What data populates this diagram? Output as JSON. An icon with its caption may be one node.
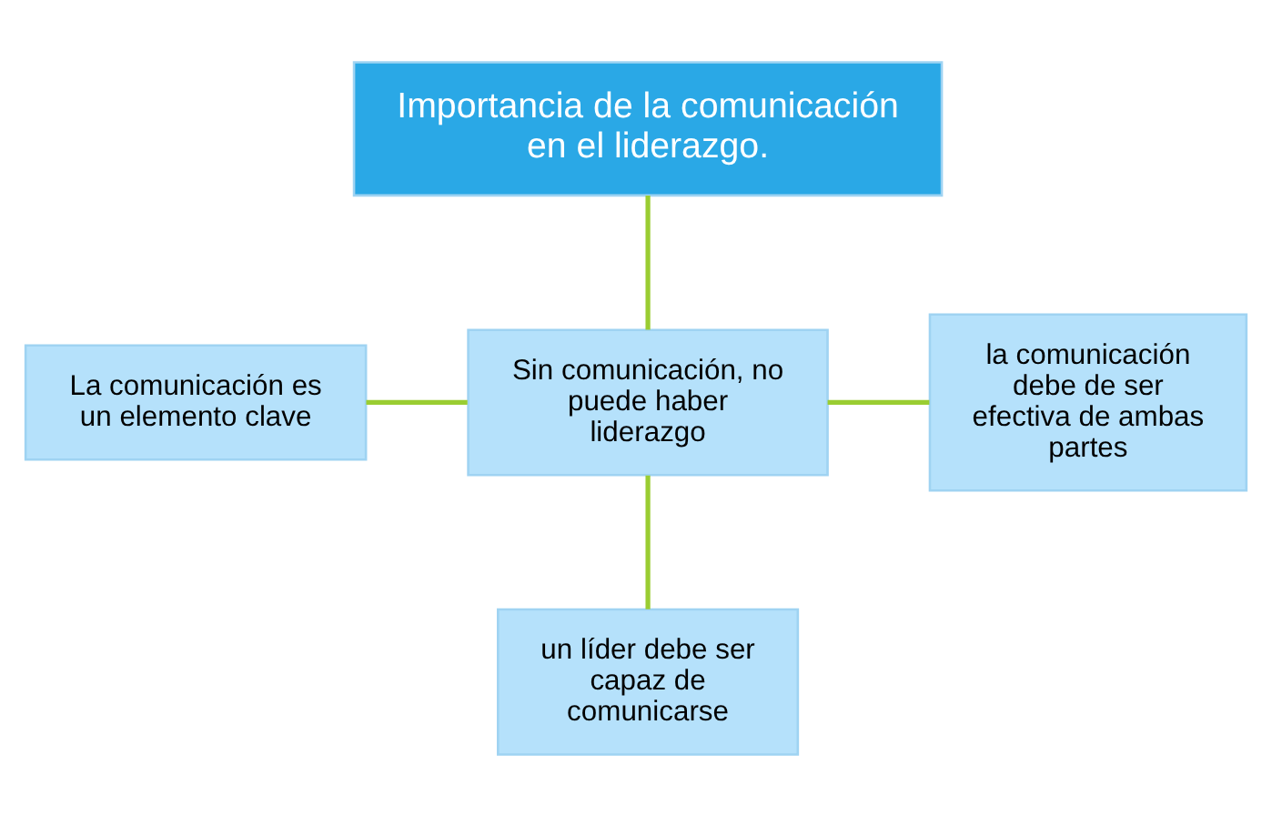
{
  "diagram": {
    "nodes": [
      {
        "text": [
          "Importancia de la comunicación en el liderazgo."
        ]
      },
      {
        "text": [
          "La comunicación es un elemento clave"
        ]
      },
      {
        "text": [
          "Sin comunicación, no puede haber liderazgo"
        ]
      },
      {
        "text": [
          "la comunicación debe de ser efectiva de ambas partes"
        ]
      },
      {
        "text": [
          "un líder debe ser capaz de comunicarse"
        ]
      }
    ],
    "edges": [
      {
        "from": 0,
        "to": 2,
        "arrow": "none"
      },
      {
        "from": 1,
        "to": 2,
        "arrow": "none"
      },
      {
        "from": 2,
        "to": 3,
        "arrow": "none"
      },
      {
        "from": 2,
        "to": 4,
        "arrow": "none"
      }
    ]
  }
}
